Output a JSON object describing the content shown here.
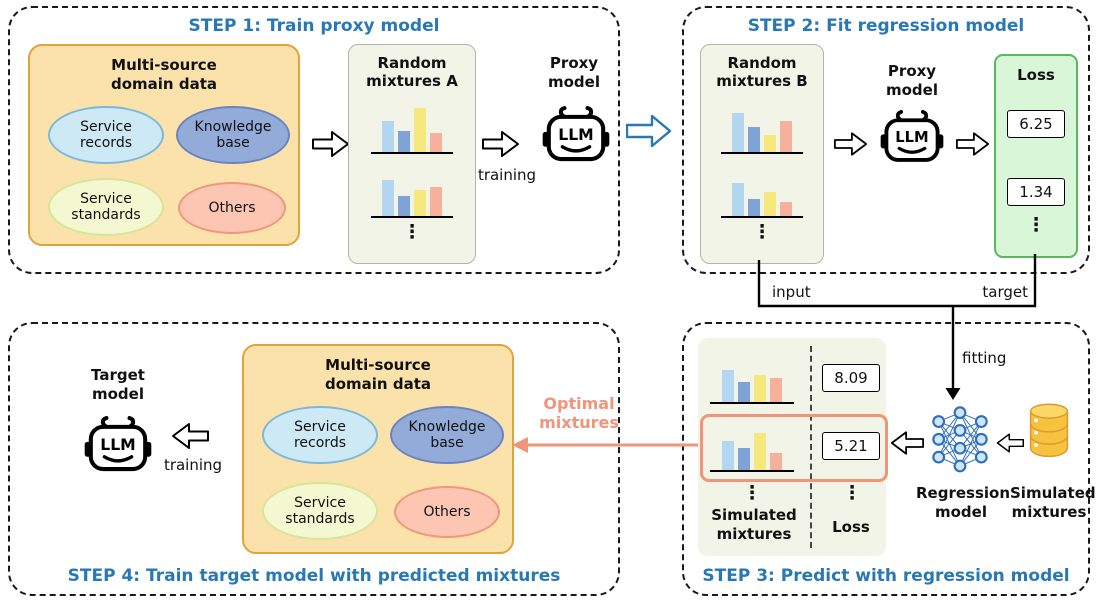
{
  "llm_label": "LLM",
  "colors": {
    "step_title_blue": "#2878b5",
    "optimal_salmon": "#f0957a",
    "domain_box_fill": "#fbe2ab",
    "domain_box_border": "#e2a23c",
    "loss_fill": "#d9f6d9",
    "loss_border": "#59b85c"
  },
  "step1": {
    "title": "STEP 1: Train proxy model",
    "domain_box_title": "Multi-source domain data",
    "ellipses": {
      "service_records": "Service records",
      "knowledge_base": "Knowledge base",
      "service_standards": "Service standards",
      "others": "Others"
    },
    "mixtures_title": "Random mixtures A",
    "training_label": "training",
    "proxy_label": "Proxy model",
    "dots": "⋮"
  },
  "step2": {
    "title": "STEP 2: Fit regression model",
    "mixtures_title": "Random mixtures B",
    "proxy_label": "Proxy model",
    "loss_title": "Loss",
    "loss_values": [
      "6.25",
      "1.34"
    ],
    "dots": "⋮"
  },
  "step3": {
    "title": "STEP 3: Predict with regression model",
    "loss_values": [
      "8.09",
      "5.21"
    ],
    "mixtures_col_label": "Simulated mixtures",
    "loss_col_label": "Loss",
    "regression_label": "Regression model",
    "sim_db_label": "Simulated mixtures",
    "input_label": "input",
    "target_label": "target",
    "fitting_label": "fitting",
    "dots": "⋮"
  },
  "step4": {
    "title": "STEP 4: Train target model with predicted mixtures",
    "target_label": "Target model",
    "training_label": "training",
    "optimal_label": "Optimal mixtures",
    "domain_box_title": "Multi-source domain data",
    "ellipses": {
      "service_records": "Service records",
      "knowledge_base": "Knowledge base",
      "service_standards": "Service standards",
      "others": "Others"
    }
  },
  "chart_data": {
    "type": "bar",
    "title": "Decorative domain-mixture bar charts (unlabeled axes)",
    "bar_colors": [
      "#b3d7f0",
      "#7fa3d7",
      "#f6e87c",
      "#f5b19b"
    ],
    "charts": {
      "mixA1": [
        62,
        42,
        88,
        38
      ],
      "mixA2": [
        72,
        40,
        52,
        58
      ],
      "mixB1": [
        78,
        50,
        34,
        62
      ],
      "mixB2": [
        66,
        34,
        48,
        28
      ],
      "sim1": [
        64,
        40,
        54,
        48
      ],
      "sim2": [
        58,
        44,
        74,
        34
      ]
    }
  }
}
